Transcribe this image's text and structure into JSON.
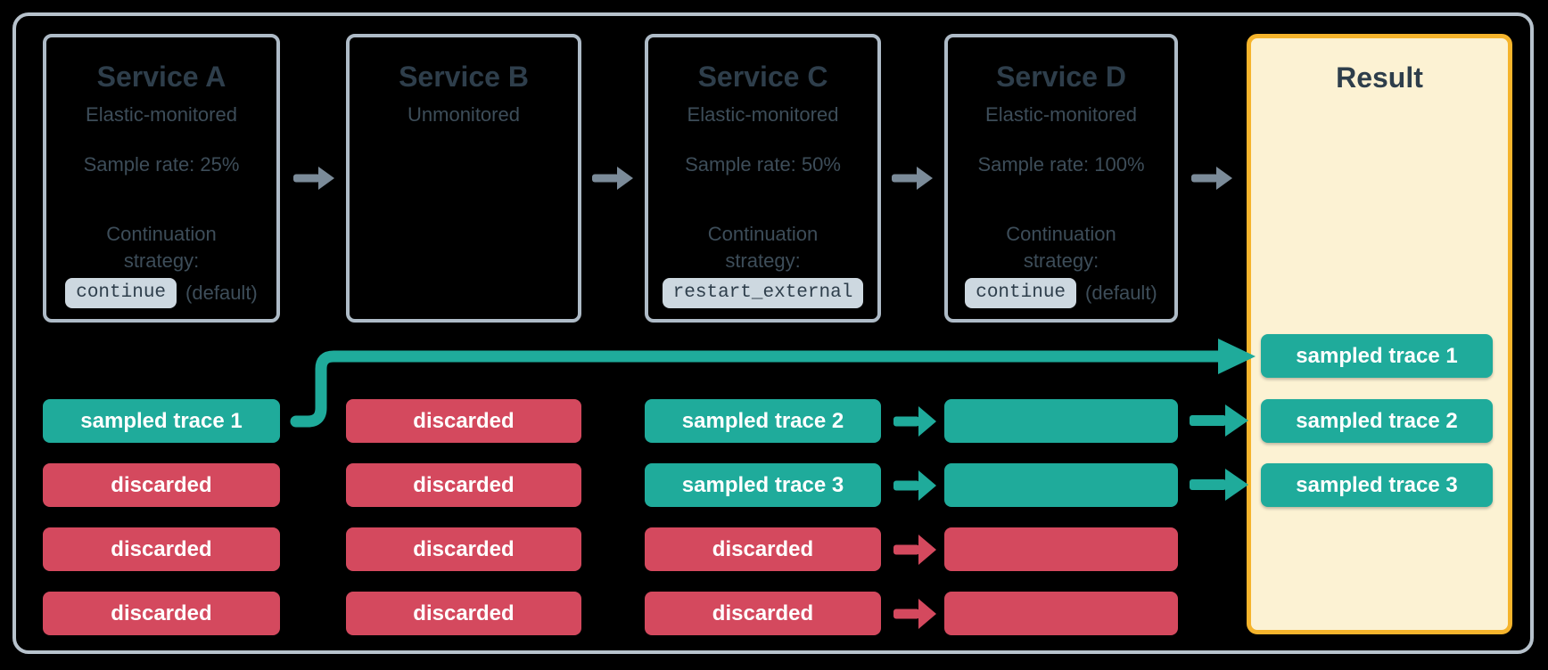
{
  "colors": {
    "background": "#000000",
    "outer_border": "#b7c2cc",
    "box_border": "#aebbc7",
    "title_text": "#2e3e4b",
    "body_text": "#3d4d59",
    "arrow_gray": "#7b8b99",
    "chip_bg": "#cdd8e0",
    "chip_text": "#2e3e4b",
    "teal": "#1fab9b",
    "red": "#d4495e",
    "bar_text": "#ffffff",
    "result_bg": "#fcf2d3",
    "result_border": "#f5b42c"
  },
  "icons": {
    "flow_arrow": "right-arrow",
    "trace_line": "elbow-connector-right-arrow"
  },
  "services": [
    {
      "title": "Service A",
      "subtitle": "Elastic-monitored",
      "sample_rate": "Sample rate: 25%",
      "continuation_label": "Continuation strategy:",
      "strategy_code": "continue",
      "strategy_note": "(default)"
    },
    {
      "title": "Service B",
      "subtitle": "Unmonitored"
    },
    {
      "title": "Service C",
      "subtitle": "Elastic-monitored",
      "sample_rate": "Sample rate: 50%",
      "continuation_label": "Continuation strategy:",
      "strategy_code": "restart_external"
    },
    {
      "title": "Service D",
      "subtitle": "Elastic-monitored",
      "sample_rate": "Sample rate: 100%",
      "continuation_label": "Continuation strategy:",
      "strategy_code": "continue",
      "strategy_note": "(default)"
    }
  ],
  "trace_columns": [
    {
      "service": "Service A",
      "bars": [
        {
          "label": "sampled trace 1",
          "status": "sampled"
        },
        {
          "label": "discarded",
          "status": "discarded"
        },
        {
          "label": "discarded",
          "status": "discarded"
        },
        {
          "label": "discarded",
          "status": "discarded"
        }
      ]
    },
    {
      "service": "Service B",
      "bars": [
        {
          "label": "discarded",
          "status": "discarded"
        },
        {
          "label": "discarded",
          "status": "discarded"
        },
        {
          "label": "discarded",
          "status": "discarded"
        },
        {
          "label": "discarded",
          "status": "discarded"
        }
      ]
    },
    {
      "service": "Service C",
      "bars": [
        {
          "label": "sampled trace 2",
          "status": "sampled"
        },
        {
          "label": "sampled trace 3",
          "status": "sampled"
        },
        {
          "label": "discarded",
          "status": "discarded"
        },
        {
          "label": "discarded",
          "status": "discarded"
        }
      ]
    },
    {
      "service": "Service D",
      "bars": [
        {
          "label": "",
          "status": "sampled"
        },
        {
          "label": "",
          "status": "sampled"
        },
        {
          "label": "",
          "status": "discarded"
        },
        {
          "label": "",
          "status": "discarded"
        }
      ]
    }
  ],
  "result": {
    "title": "Result",
    "bars": [
      {
        "label": "sampled trace 1",
        "status": "sampled"
      },
      {
        "label": "sampled trace 2",
        "status": "sampled"
      },
      {
        "label": "sampled trace 3",
        "status": "sampled"
      }
    ]
  }
}
